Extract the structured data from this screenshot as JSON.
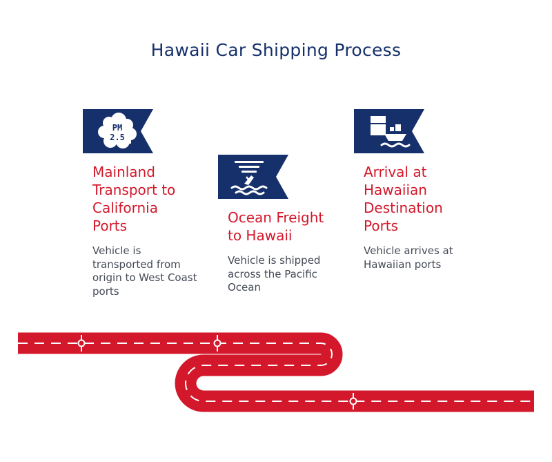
{
  "title": "Hawaii Car Shipping Process",
  "colors": {
    "navy": "#16306b",
    "red": "#d3182b",
    "text": "#444a56",
    "road": "#d3182b",
    "dash": "#ffffff"
  },
  "steps": [
    {
      "icon": "pm25-cloud-icon",
      "icon_text_line1": "PM",
      "icon_text_line2": "2.5",
      "heading": "Mainland Transport to California Ports",
      "description": "Vehicle is transported from origin to West Coast ports"
    },
    {
      "icon": "ship-sinking-icon",
      "heading": "Ocean Freight to Hawaii",
      "description": "Vehicle is shipped across the Pacific Ocean"
    },
    {
      "icon": "cargo-ship-icon",
      "heading": "Arrival at Hawaiian Destination Ports",
      "description": "Vehicle arrives at Hawaiian ports"
    }
  ]
}
